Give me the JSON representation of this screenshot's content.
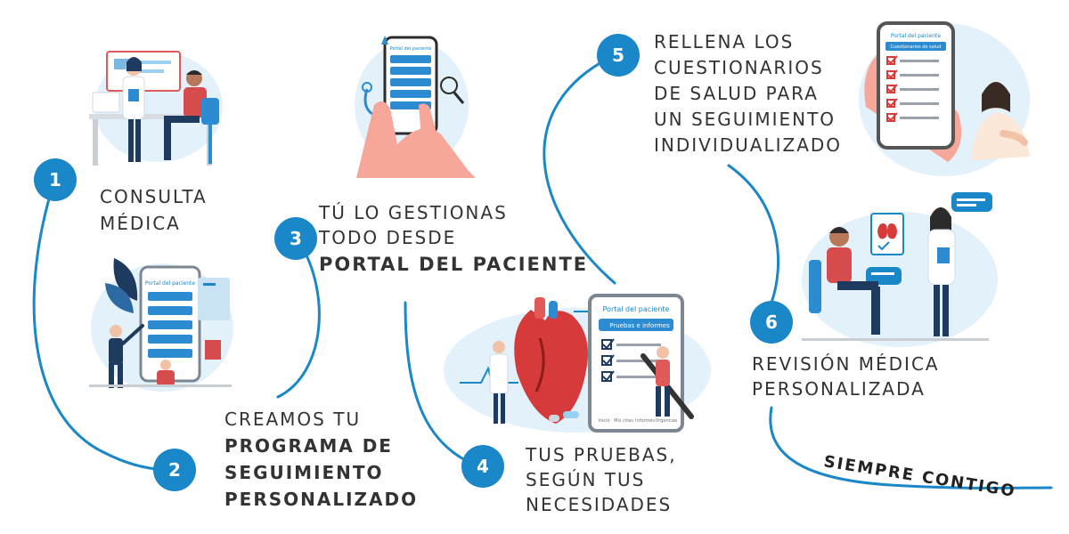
{
  "steps": [
    {
      "number": "1",
      "lines": [
        "CONSULTA",
        "MÉDICA"
      ]
    },
    {
      "number": "2",
      "lines": [
        "CREAMOS TU"
      ],
      "bold_lines": [
        "PROGRAMA DE",
        "SEGUIMIENTO",
        "PERSONALIZADO"
      ]
    },
    {
      "number": "3",
      "lines": [
        "TÚ LO GESTIONAS",
        "TODO DESDE"
      ],
      "bold_lines": [
        "PORTAL DEL PACIENTE"
      ]
    },
    {
      "number": "4",
      "lines": [
        "TUS PRUEBAS,",
        "SEGÚN TUS",
        "NECESIDADES"
      ]
    },
    {
      "number": "5",
      "lines": [
        "RELLENA LOS",
        "CUESTIONARIOS",
        "DE SALUD PARA",
        "UN SEGUIMIENTO",
        "INDIVIDUALIZADO"
      ]
    },
    {
      "number": "6",
      "lines": [
        "REVISIÓN MÉDICA",
        "PERSONALIZADA"
      ]
    }
  ],
  "tagline": "SIEMPRE CONTIGO",
  "screens": {
    "step2_title": "Portal del paciente",
    "step3_title": "Portal del paciente",
    "step4_title": "Portal del paciente",
    "step4_button": "Pruebas e informes",
    "step4_nav": [
      "Inicio",
      "Mis citas",
      "Informes",
      "Urgencias"
    ],
    "step5_title": "Portal del paciente",
    "step5_button": "Cuestionarios de salud"
  },
  "colors": {
    "accent": "#1a87c9",
    "blob": "#e3f1fb",
    "text": "#333333",
    "skin": "#f7a79a",
    "heart": "#d63a3a",
    "shirt_red": "#d64b4b",
    "navy": "#1f3a5f"
  },
  "icons": [
    "stethoscope-icon",
    "heart-illustration",
    "checkbox-icon",
    "speech-bubble-icon",
    "kidney-icon"
  ]
}
